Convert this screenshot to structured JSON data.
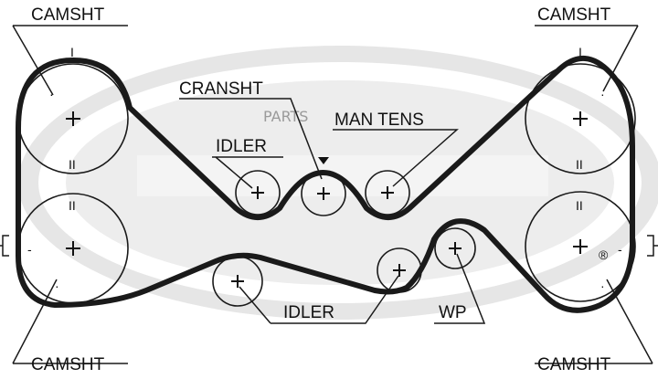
{
  "labels": {
    "camsht_top_left": "CAMSHT",
    "camsht_top_right": "CAMSHT",
    "camsht_bottom_left": "CAMSHT",
    "camsht_bottom_right": "CAMSHT",
    "cranksht": "CRANSHT",
    "man_tens": "MAN TENS",
    "idler_top": "IDLER",
    "idler_bottom": "IDLER",
    "wp": "WP"
  },
  "watermark": {
    "parts_text": "PARTS",
    "registered_mark": "®"
  },
  "colors": {
    "belt": "#1a1a1a",
    "logo": "#dedede",
    "ink": "#111111"
  }
}
